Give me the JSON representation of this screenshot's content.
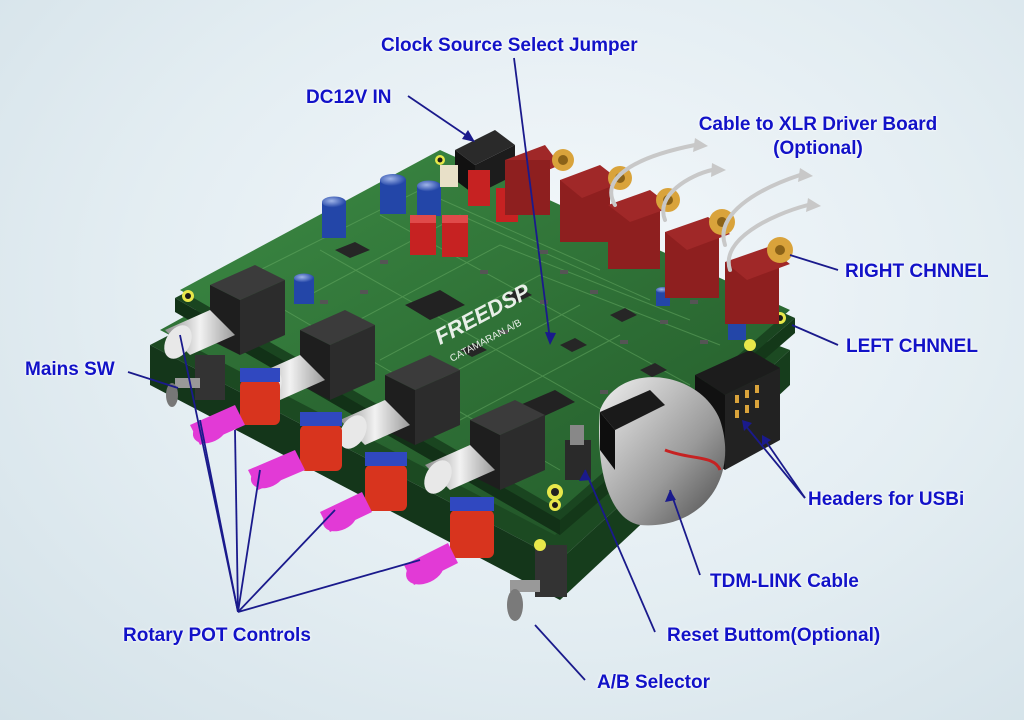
{
  "labels": {
    "clock_source": "Clock Source Select Jumper",
    "dc12v": "DC12V IN",
    "cable_xlr_line1": "Cable to XLR Driver Board",
    "cable_xlr_line2": "(Optional)",
    "right_channel": "RIGHT CHNNEL",
    "left_channel": "LEFT CHNNEL",
    "mains_sw": "Mains SW",
    "headers_usbi": "Headers for USBi",
    "tdm_link": "TDM-LINK Cable",
    "rotary_pot": "Rotary POT Controls",
    "reset_button": "Reset Buttom(Optional)",
    "ab_selector": "A/B Selector"
  },
  "board": {
    "logo": "FREEDSP",
    "model": "CATAMARAN A/B"
  },
  "colors": {
    "callout_text": "#1212c8",
    "callout_line": "#1a1a8c",
    "pcb": "#2e6e35",
    "pot_knob": "#e23ad6",
    "pot_body": "#d8341e",
    "rca_housing": "#8e1f1f",
    "rca_gold": "#d9a33b"
  }
}
